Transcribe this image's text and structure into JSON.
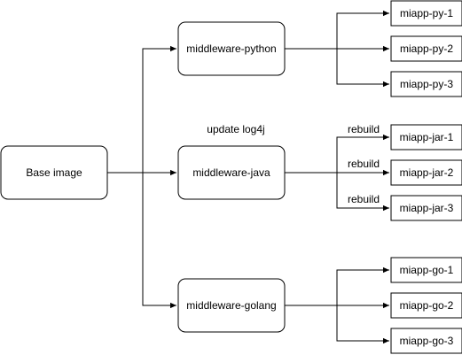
{
  "diagram": {
    "type": "tree",
    "root": {
      "id": "base",
      "label": "Base image",
      "children": [
        {
          "id": "python",
          "label": "middleware-python",
          "annotation": "",
          "children": [
            {
              "id": "py1",
              "label": "miapp-py-1",
              "edge_label": ""
            },
            {
              "id": "py2",
              "label": "miapp-py-2",
              "edge_label": ""
            },
            {
              "id": "py3",
              "label": "miapp-py-3",
              "edge_label": ""
            }
          ]
        },
        {
          "id": "java",
          "label": "middleware-java",
          "annotation": "update log4j",
          "children": [
            {
              "id": "jar1",
              "label": "miapp-jar-1",
              "edge_label": "rebuild"
            },
            {
              "id": "jar2",
              "label": "miapp-jar-2",
              "edge_label": "rebuild"
            },
            {
              "id": "jar3",
              "label": "miapp-jar-3",
              "edge_label": "rebuild"
            }
          ]
        },
        {
          "id": "golang",
          "label": "middleware-golang",
          "annotation": "",
          "children": [
            {
              "id": "go1",
              "label": "miapp-go-1",
              "edge_label": ""
            },
            {
              "id": "go2",
              "label": "miapp-go-2",
              "edge_label": ""
            },
            {
              "id": "go3",
              "label": "miapp-go-3",
              "edge_label": ""
            }
          ]
        }
      ]
    }
  }
}
